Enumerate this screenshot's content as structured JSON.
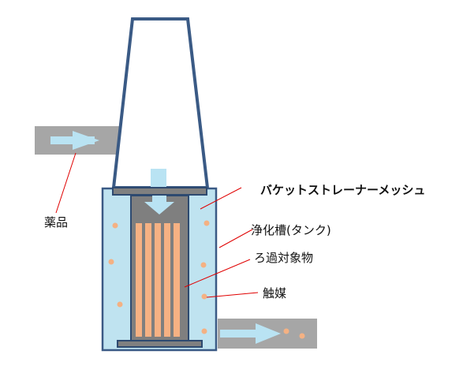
{
  "labels": {
    "bucket_strainer": "バケットストレーナーメッシュ",
    "tank": "浄化槽(タンク)",
    "filter_target": "ろ過対象物",
    "catalyst": "触媒",
    "chemical": "薬品"
  },
  "colors": {
    "frame": "#3a5a85",
    "tank_fill": "#bfe3f0",
    "pipe_gray": "#a0a0a0",
    "inner_gray": "#808080",
    "filter_orange": "#f6b183",
    "arrow_blue": "#b9e3f3",
    "leader_red": "#e00000",
    "dot_orange": "#f4b183"
  }
}
